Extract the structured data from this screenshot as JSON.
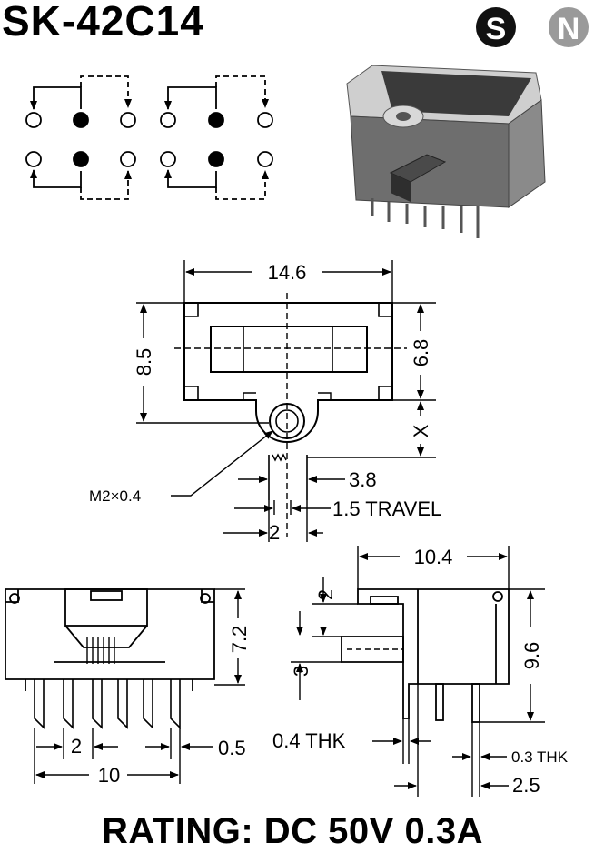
{
  "title": "SK-42C14",
  "rating": "RATING: DC 50V 0.3A",
  "logos": [
    {
      "letter": "S",
      "style": "black disc with white letter"
    },
    {
      "letter": "N",
      "style": "grey disc with white letter"
    }
  ],
  "top_view": {
    "width": "14.6",
    "height": "8.5",
    "inner_height": "6.8",
    "unknown": "X",
    "screw": "M2×0.4",
    "dim_a": "3.8",
    "travel": "1.5 TRAVEL",
    "dim_b": "2"
  },
  "front_view": {
    "height": "7.2",
    "pitch": "2",
    "pin_width": "0.5",
    "span": "10"
  },
  "side_view": {
    "width": "10.4",
    "knob_offset": "2",
    "knob_height": "3",
    "height": "9.6",
    "frame_thickness": "0.4 THK",
    "pin_thickness": "0.3 THK",
    "pin_offset": "2.5"
  },
  "colors": {
    "ink": "#000000",
    "logo_grey": "#9a9a9a",
    "photo_body": "#6e6e6e"
  }
}
